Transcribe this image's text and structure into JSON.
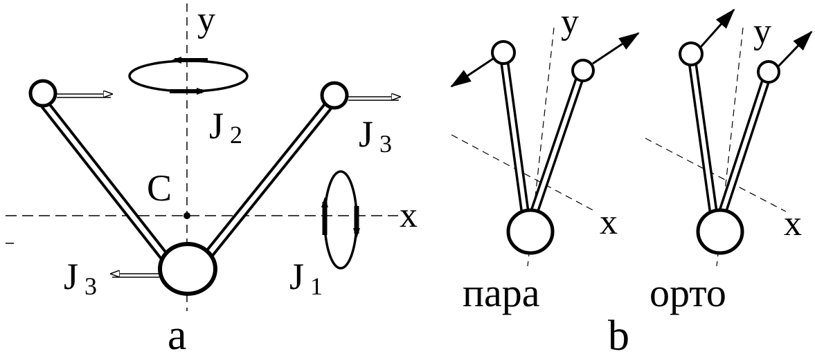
{
  "panel_a": {
    "label": "a",
    "axis_x": "x",
    "axis_y": "y",
    "center": "C",
    "j1": {
      "main": "J",
      "sub": "1"
    },
    "j2": {
      "main": "J",
      "sub": "2"
    },
    "j3_right": {
      "main": "J",
      "sub": "3"
    },
    "j3_left": {
      "main": "J",
      "sub": "3"
    }
  },
  "panel_b": {
    "label": "b",
    "para": {
      "caption": "пара",
      "axis_x": "x",
      "axis_y": "y"
    },
    "orto": {
      "caption": "орто",
      "axis_x": "x",
      "axis_y": "y"
    }
  }
}
